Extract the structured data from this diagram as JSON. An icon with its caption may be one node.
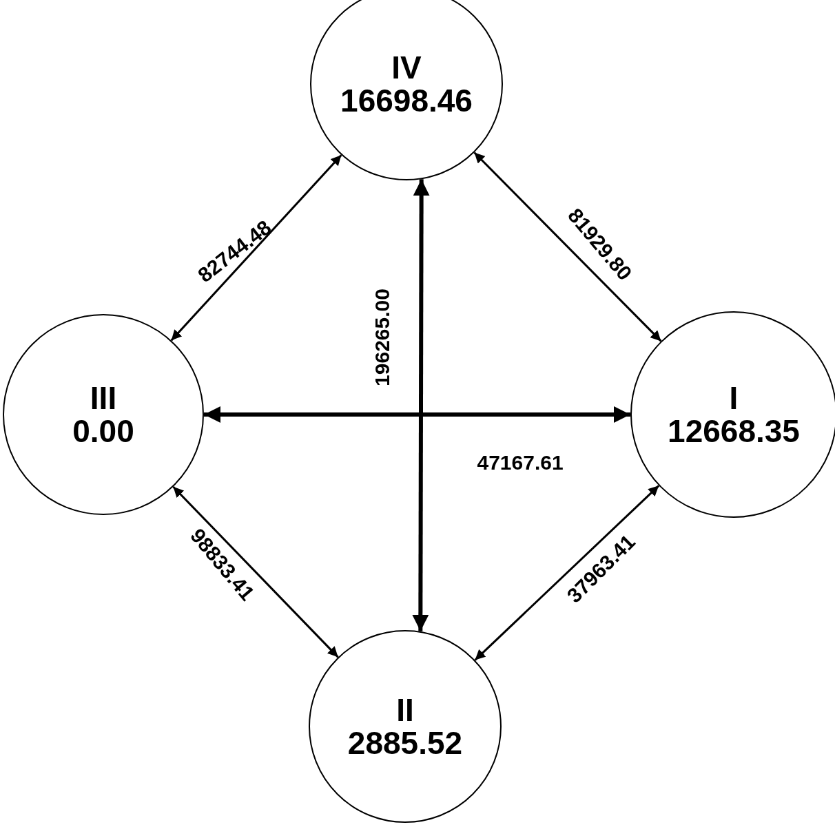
{
  "diagram": {
    "nodes": [
      {
        "text": [
          "IV",
          "16698.46"
        ]
      },
      {
        "text": [
          "III",
          "0.00"
        ]
      },
      {
        "text": [
          "I",
          "12668.35"
        ]
      },
      {
        "text": [
          "II",
          "2885.52"
        ]
      }
    ],
    "edges": [
      {
        "from": 1,
        "to": 0,
        "arrow": "both",
        "label": "82744.48"
      },
      {
        "from": 0,
        "to": 2,
        "arrow": "both",
        "label": "81929.80"
      },
      {
        "from": 0,
        "to": 3,
        "arrow": "both",
        "label": "196265.00",
        "style": "thick"
      },
      {
        "from": 1,
        "to": 2,
        "arrow": "both",
        "label": "47167.61",
        "style": "thick"
      },
      {
        "from": 1,
        "to": 3,
        "arrow": "both",
        "label": "98833.41"
      },
      {
        "from": 2,
        "to": 3,
        "arrow": "both",
        "label": "37963.41"
      }
    ]
  }
}
